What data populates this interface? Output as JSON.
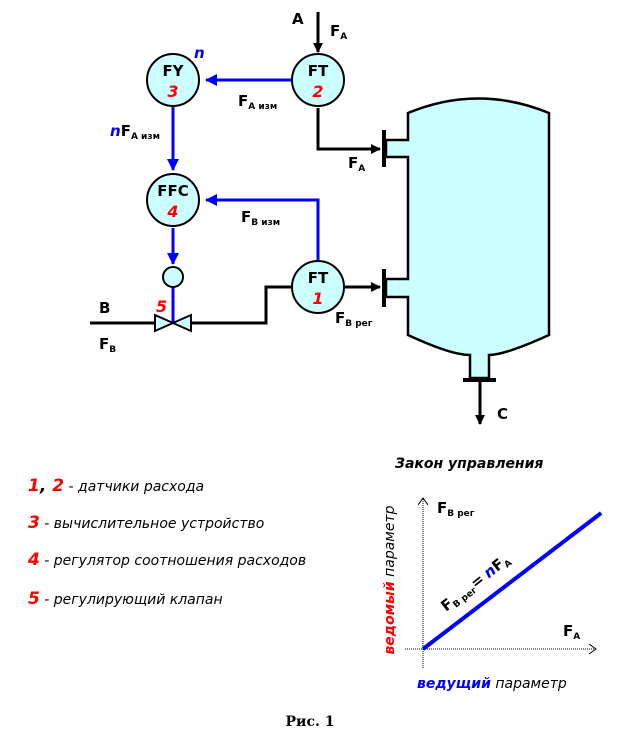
{
  "diagram": {
    "streams": {
      "a": {
        "label": "A",
        "flow": "F",
        "flow_sub": "A"
      },
      "b": {
        "label": "B",
        "flow": "F",
        "flow_sub": "B"
      },
      "c": {
        "label": "C"
      },
      "a_to_tank": {
        "flow": "F",
        "flow_sub": "A"
      },
      "b_to_tank": {
        "flow": "F",
        "flow_sub": "B рег"
      }
    },
    "instruments": [
      {
        "id": "ft2",
        "tag": "FT",
        "number": "2"
      },
      {
        "id": "fy3",
        "tag": "FY",
        "number": "3"
      },
      {
        "id": "ffc4",
        "tag": "FFC",
        "number": "4"
      },
      {
        "id": "ft1",
        "tag": "FT",
        "number": "1"
      },
      {
        "id": "valve5",
        "tag": "",
        "number": "5"
      }
    ],
    "signals": {
      "fa_meas": {
        "main": "F",
        "sub": "A изм"
      },
      "n_fa_meas": {
        "prefix": "n",
        "main": "F",
        "sub": "A изм"
      },
      "fb_meas": {
        "main": "F",
        "sub": "B изм"
      },
      "ratio_setting": "n"
    },
    "colors": {
      "signal": "#0000ff",
      "number": "#ff0000",
      "fill": "#ccffff",
      "pipe": "#000000"
    }
  },
  "legend": [
    {
      "numbers": [
        "1",
        "2"
      ],
      "text": "- датчики расхода"
    },
    {
      "numbers": [
        "3"
      ],
      "text": "- вычислительное устройство"
    },
    {
      "numbers": [
        "4"
      ],
      "text": "- регулятор соотношения расходов"
    },
    {
      "numbers": [
        "5"
      ],
      "text": "- регулирующий клапан"
    }
  ],
  "control_law": {
    "title": "Закон управления",
    "y_axis": {
      "main": "F",
      "sub": "B рег"
    },
    "x_axis": {
      "main": "F",
      "sub": "A"
    },
    "equation": {
      "lhs_main": "F",
      "lhs_sub": "B рег",
      "eq": "=",
      "coef": "n",
      "rhs_main": "F",
      "rhs_sub": "A"
    },
    "xlabel_key": "ведущий",
    "xlabel_rest": " параметр",
    "ylabel_key": "ведомый",
    "ylabel_rest": " параметр"
  },
  "chart_data": {
    "type": "line",
    "title": "Закон управления",
    "xlabel": "ведущий параметр (F_A)",
    "ylabel": "ведомый параметр (F_B рег)",
    "series": [
      {
        "name": "F_B рег = n·F_A",
        "x": [
          0,
          1
        ],
        "y": [
          0,
          0.8
        ]
      }
    ],
    "xlim": [
      0,
      1.1
    ],
    "ylim": [
      0,
      1.0
    ],
    "grid": false
  },
  "caption": "Рис. 1"
}
